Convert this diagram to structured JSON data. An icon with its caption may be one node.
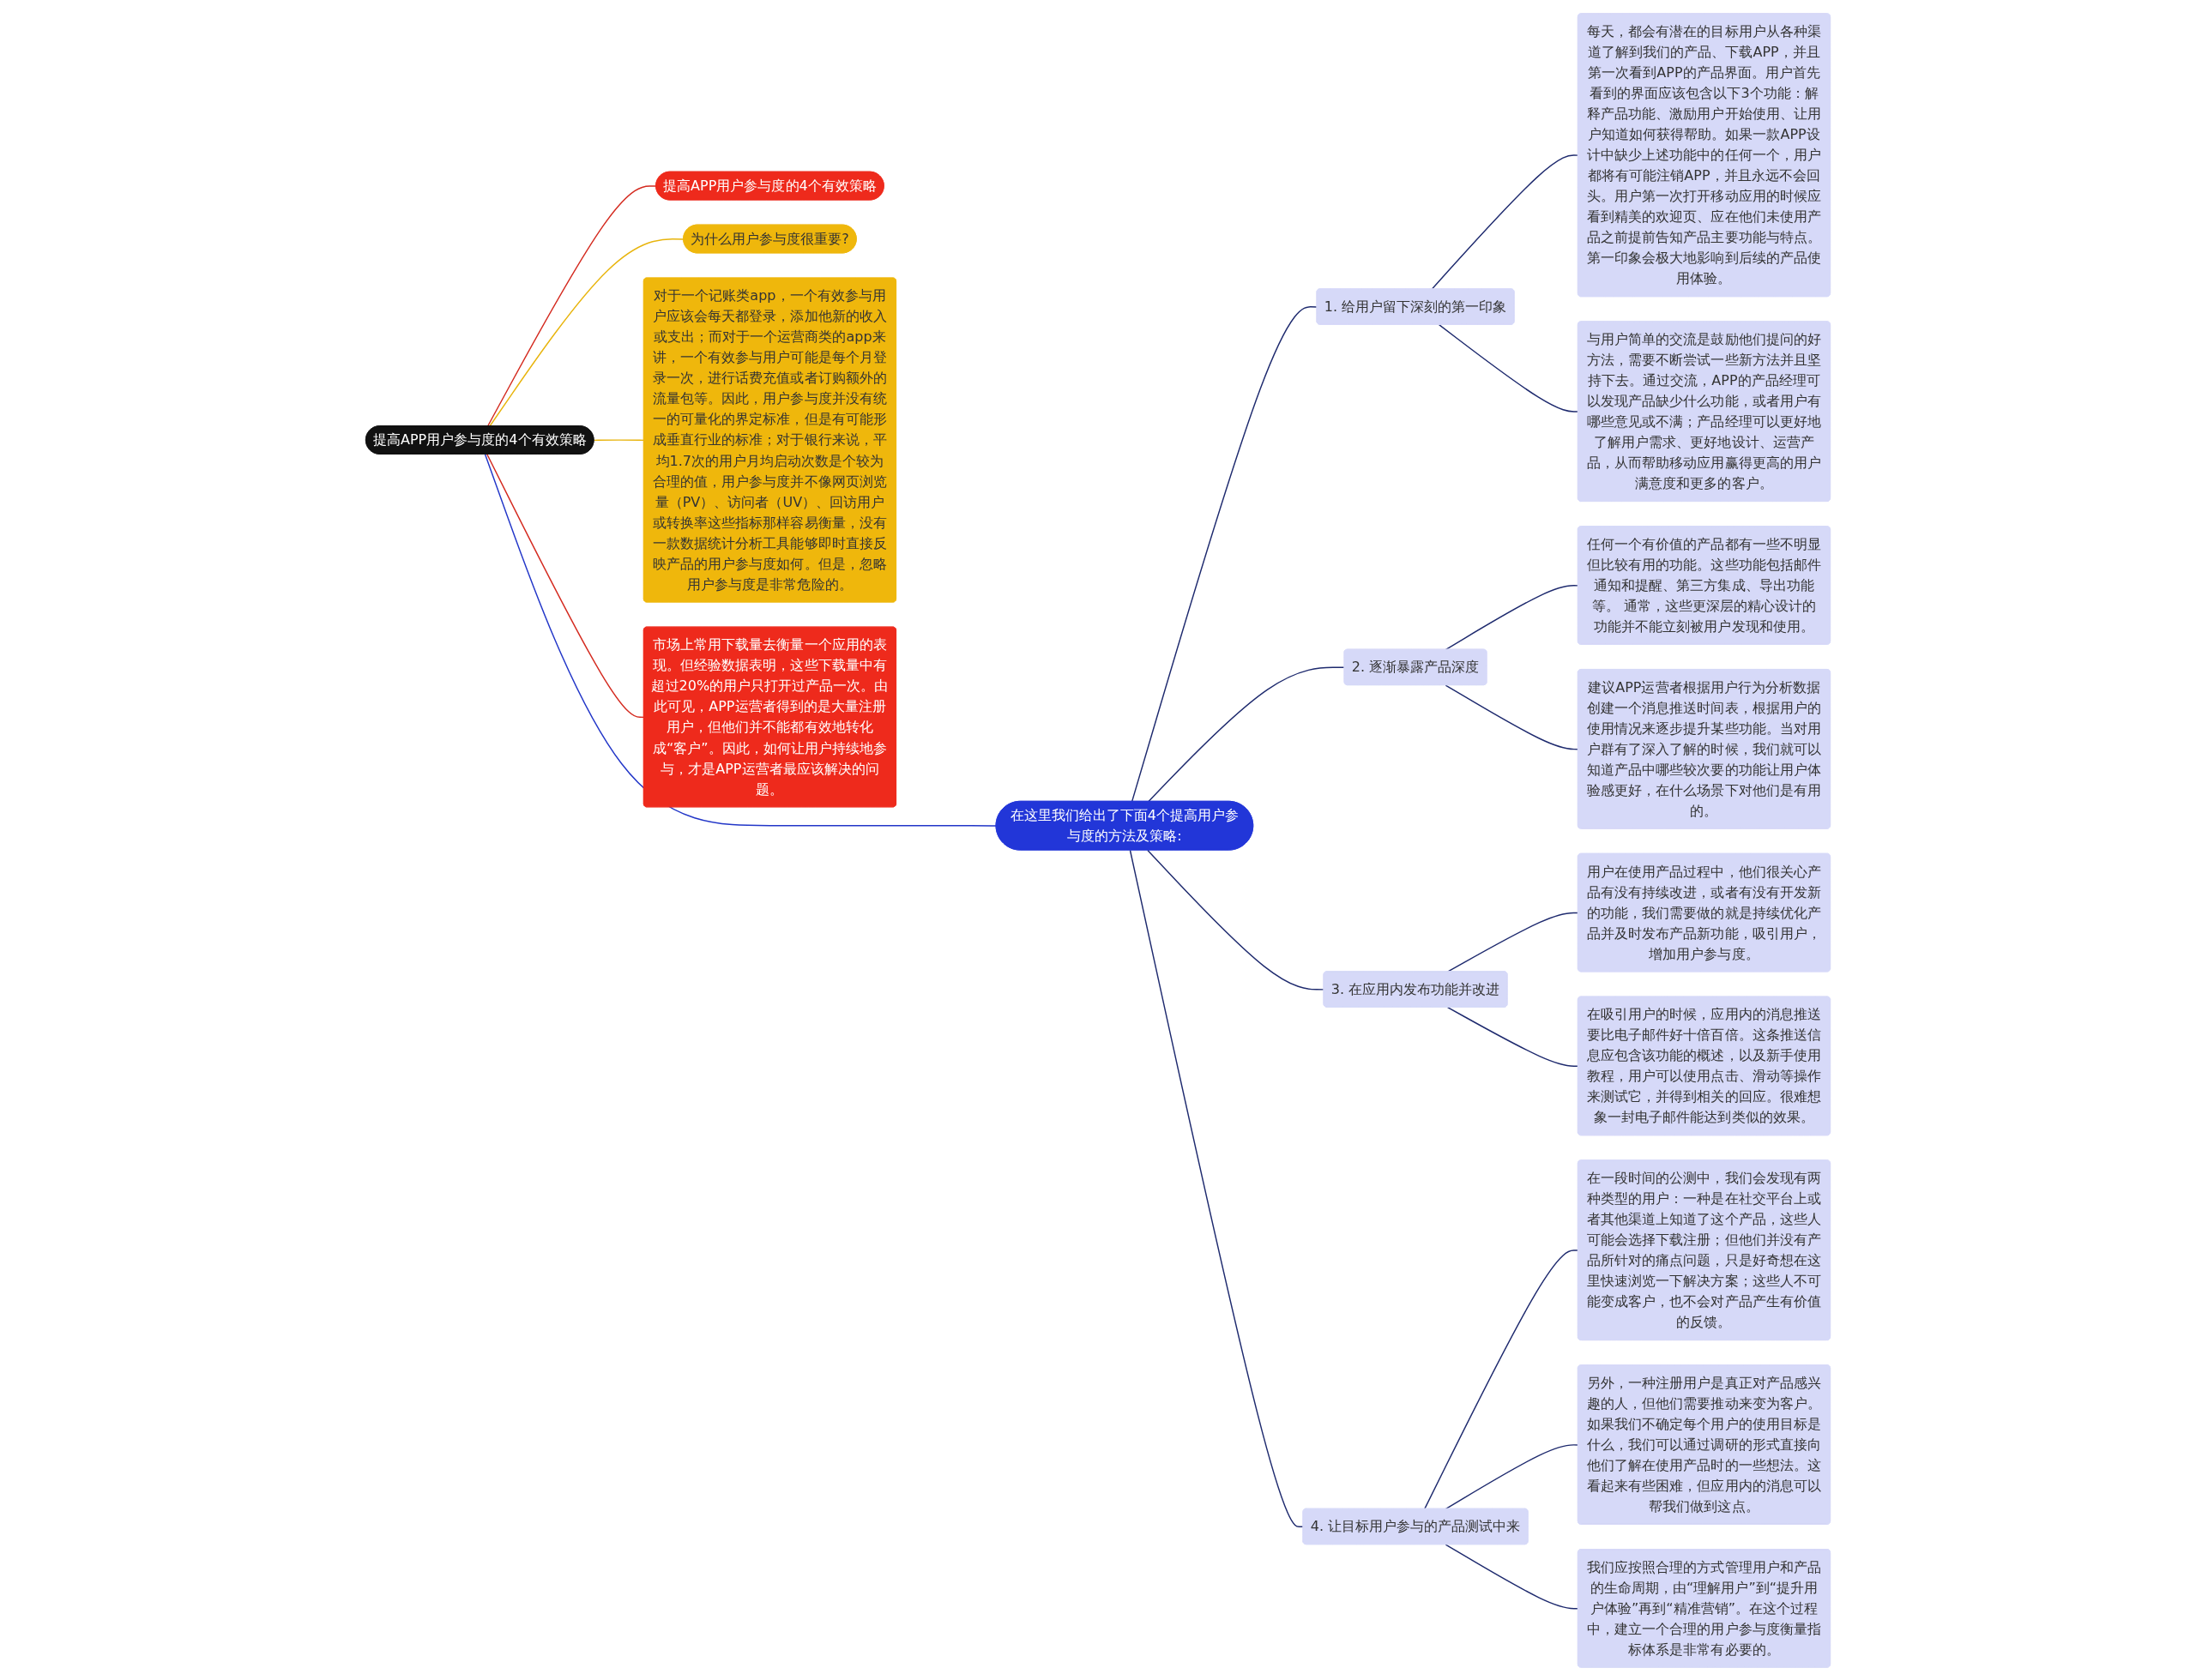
{
  "diagram": {
    "nodes": [
      {
        "text": [
          "提高APP用户参与度的4个有效策略"
        ]
      },
      {
        "text": [
          "提高APP用户参与度的4个有效策略"
        ]
      },
      {
        "text": [
          "为什么用户参与度很重要?"
        ]
      },
      {
        "text": [
          "对于一个记账类app，一个有效参与用户应该会每天都登录，添加他新的收入或支出；而对于一个运营商类的app来讲，一个有效参与用户可能是每个月登录一次，进行话费充值或者订购额外的流量包等。因此，用户参与度并没有统一的可量化的界定标准，但是有可能形成垂直行业的标准；对于银行来说，平均1.7次的用户月均启动次数是个较为合理的值，用户参与度并不像网页浏览量（PV）、访问者（UV）、回访用户或转换率这些指标那样容易衡量，没有一款数据统计分析工具能够即时直接反映产品的用户参与度如何。但是，忽略用户参与度是非常危险的。"
        ]
      },
      {
        "text": [
          "市场上常用下载量去衡量一个应用的表现。但经验数据表明，这些下载量中有超过20%的用户只打开过产品一次。由此可见，APP运营者得到的是大量注册用户，但他们并不能都有效地转化成“客户”。因此，如何让用户持续地参与，才是APP运营者最应该解决的问题。"
        ]
      },
      {
        "text": [
          "在这里我们给出了下面4个提高用户参与度的方法及策略:"
        ]
      },
      {
        "text": [
          "1. 给用户留下深刻的第一印象"
        ]
      },
      {
        "text": [
          "每天，都会有潜在的目标用户从各种渠道了解到我们的产品、下载APP，并且第一次看到APP的产品界面。用户首先看到的界面应该包含以下3个功能：解释产品功能、激励用户开始使用、让用户知道如何获得帮助。如果一款APP设计中缺少上述功能中的任何一个，用户都将有可能注销APP，并且永远不会回头。用户第一次打开移动应用的时候应看到精美的欢迎页、应在他们未使用产品之前提前告知产品主要功能与特点。第一印象会极大地影响到后续的产品使用体验。"
        ]
      },
      {
        "text": [
          "与用户简单的交流是鼓励他们提问的好方法，需要不断尝试一些新方法并且坚持下去。通过交流，APP的产品经理可以发现产品缺少什么功能，或者用户有哪些意见或不满；产品经理可以更好地了解用户需求、更好地设计、运营产品，从而帮助移动应用赢得更高的用户满意度和更多的客户。"
        ]
      },
      {
        "text": [
          "2. 逐渐暴露产品深度"
        ]
      },
      {
        "text": [
          "任何一个有价值的产品都有一些不明显但比较有用的功能。这些功能包括邮件通知和提醒、第三方集成、导出功能等。 通常，这些更深层的精心设计的功能并不能立刻被用户发现和使用。"
        ]
      },
      {
        "text": [
          "建议APP运营者根据用户行为分析数据创建一个消息推送时间表，根据用户的使用情况来逐步提升某些功能。当对用户群有了深入了解的时候，我们就可以知道产品中哪些较次要的功能让用户体验感更好，在什么场景下对他们是有用的。"
        ]
      },
      {
        "text": [
          "3. 在应用内发布功能并改进"
        ]
      },
      {
        "text": [
          "用户在使用产品过程中，他们很关心产品有没有持续改进，或者有没有开发新的功能，我们需要做的就是持续优化产品并及时发布产品新功能，吸引用户，增加用户参与度。"
        ]
      },
      {
        "text": [
          "在吸引用户的时候，应用内的消息推送要比电子邮件好十倍百倍。这条推送信息应包含该功能的概述，以及新手使用教程，用户可以使用点击、滑动等操作来测试它，并得到相关的回应。很难想象一封电子邮件能达到类似的效果。"
        ]
      },
      {
        "text": [
          "4. 让目标用户参与的产品测试中来"
        ]
      },
      {
        "text": [
          "在一段时间的公测中，我们会发现有两种类型的用户：一种是在社交平台上或者其他渠道上知道了这个产品，这些人可能会选择下载注册；但他们并没有产品所针对的痛点问题，只是好奇想在这里快速浏览一下解决方案；这些人不可能变成客户，也不会对产品产生有价值的反馈。"
        ]
      },
      {
        "text": [
          "另外，一种注册用户是真正对产品感兴趣的人，但他们需要推动来变为客户。如果我们不确定每个用户的使用目标是什么，我们可以通过调研的形式直接向他们了解在使用产品时的一些想法。这看起来有些困难，但应用内的消息可以帮我们做到这点。"
        ]
      },
      {
        "text": [
          "我们应按照合理的方式管理用户和产品的生命周期，由“理解用户”到“提升用户体验”再到“精准营销”。在这个过程中，建立一个合理的用户参与度衡量指标体系是非常有必要的。"
        ]
      }
    ],
    "edges": [
      {
        "from": 0,
        "to": 1,
        "arrow": "none",
        "color": "#d42a1f"
      },
      {
        "from": 0,
        "to": 2,
        "arrow": "none",
        "color": "#e8b40c"
      },
      {
        "from": 0,
        "to": 3,
        "arrow": "none",
        "color": "#e8b40c"
      },
      {
        "from": 0,
        "to": 4,
        "arrow": "none",
        "color": "#d42a1f"
      },
      {
        "from": 0,
        "to": 5,
        "arrow": "none",
        "color": "#2236c8"
      },
      {
        "from": 5,
        "to": 6,
        "arrow": "none"
      },
      {
        "from": 6,
        "to": 7,
        "arrow": "none"
      },
      {
        "from": 6,
        "to": 8,
        "arrow": "none"
      },
      {
        "from": 5,
        "to": 9,
        "arrow": "none"
      },
      {
        "from": 9,
        "to": 10,
        "arrow": "none"
      },
      {
        "from": 9,
        "to": 11,
        "arrow": "none"
      },
      {
        "from": 5,
        "to": 12,
        "arrow": "none"
      },
      {
        "from": 12,
        "to": 13,
        "arrow": "none"
      },
      {
        "from": 12,
        "to": 14,
        "arrow": "none"
      },
      {
        "from": 5,
        "to": 15,
        "arrow": "none"
      },
      {
        "from": 15,
        "to": 16,
        "arrow": "none"
      },
      {
        "from": 15,
        "to": 17,
        "arrow": "none"
      },
      {
        "from": 15,
        "to": 18,
        "arrow": "none"
      }
    ]
  }
}
